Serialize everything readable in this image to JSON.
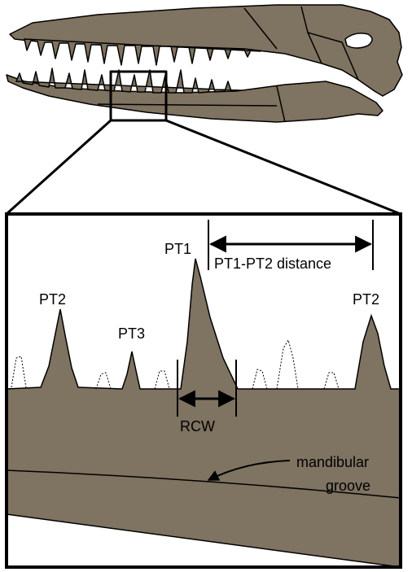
{
  "colors": {
    "bone": "#7f7361",
    "outline": "#000000",
    "background": "#ffffff"
  },
  "labels": {
    "pt1": "PT1",
    "pt2_left": "PT2",
    "pt2_right": "PT2",
    "pt3": "PT3",
    "distance": "PT1-PT2 distance",
    "rcw": "RCW",
    "groove_line1": "mandibular",
    "groove_line2": "groove"
  }
}
